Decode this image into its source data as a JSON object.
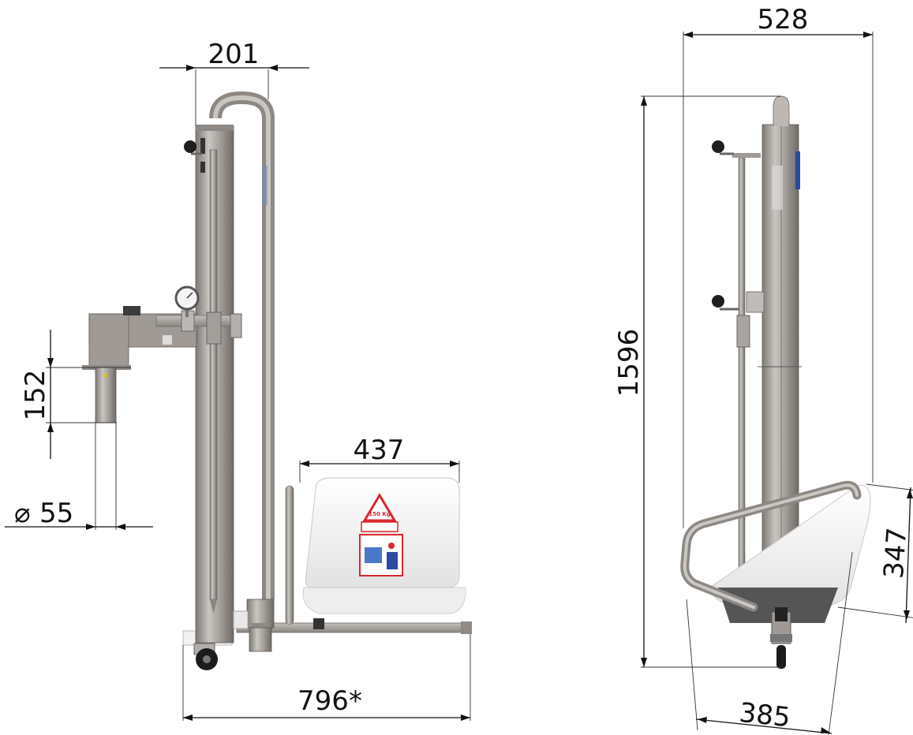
{
  "views": {
    "side": {
      "dimensions": {
        "column_width": "201",
        "pipe_length": "152",
        "pipe_diameter": "55",
        "diameter_symbol": "⌀",
        "seat_width": "437",
        "base_length": "796*"
      },
      "labels": {
        "capacity": "150 Kg"
      }
    },
    "front": {
      "dimensions": {
        "width": "528",
        "height": "1596",
        "seat_depth": "347",
        "seat_width": "385"
      }
    }
  },
  "colors": {
    "metal": "#a9a49f",
    "metal_dark": "#7e7974",
    "seat": "#f4f4f4",
    "warning_red": "#d9282f",
    "label_blue": "#2b4aa0",
    "line": "#111111"
  }
}
